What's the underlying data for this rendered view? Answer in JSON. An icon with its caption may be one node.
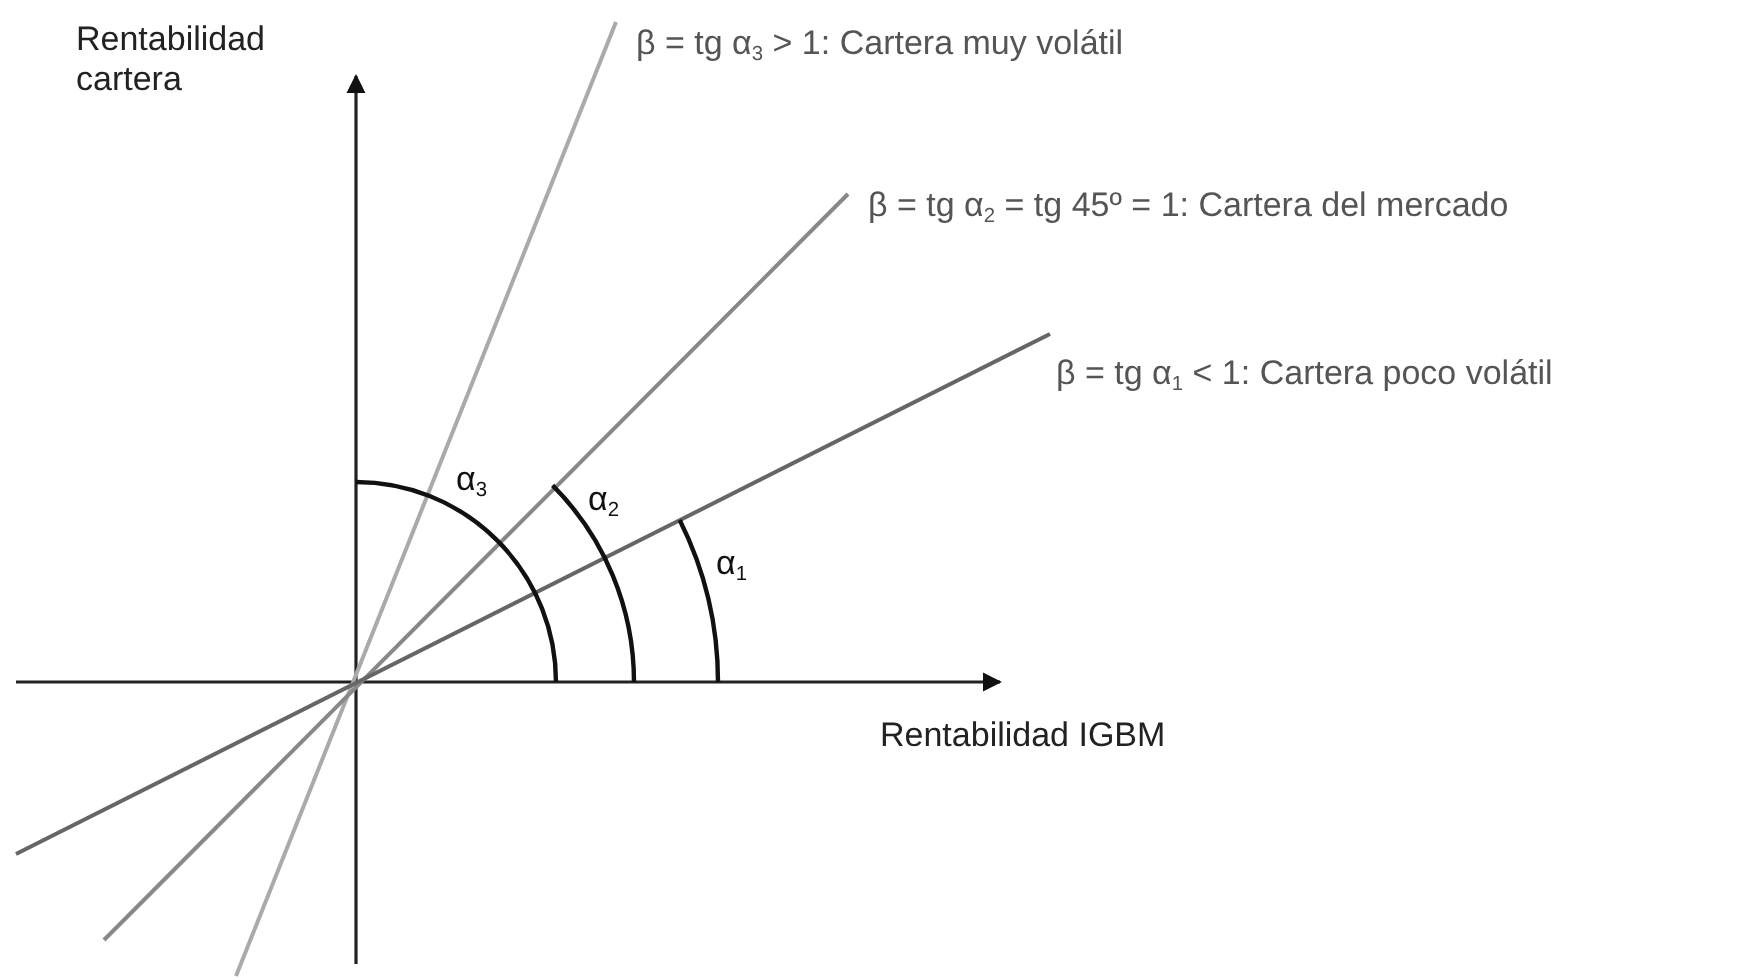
{
  "diagram": {
    "labels": [
      "Rentabilidad cartera",
      "β = tg α$_{3}$ > 1: Cartera muy volátil",
      "β = tg α$_{2}$ = tg 45º = 1: Cartera del mercado",
      "β = tg α$_{1}$ < 1: Cartera poco volátil",
      "α$_{3}$",
      "α$_{2}$",
      "α$_{1}$",
      "Rentabilidad IGBM"
    ]
  }
}
